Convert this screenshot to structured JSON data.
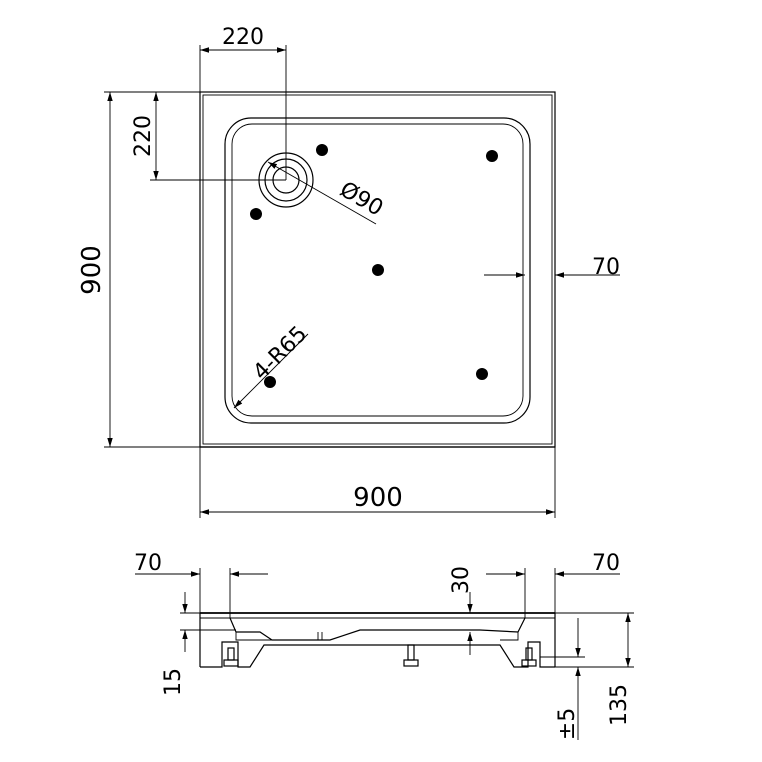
{
  "plan_view": {
    "drain_offset_x": "220",
    "drain_offset_y": "220",
    "drain_diameter": "Ø90",
    "overall_height": "900",
    "overall_width": "900",
    "rim_width": "70",
    "corner_radius": "4-R65"
  },
  "side_view": {
    "rim_left": "70",
    "rim_right": "70",
    "depth": "30",
    "foot_height": "15",
    "tolerance": "±5",
    "total_height": "135"
  }
}
